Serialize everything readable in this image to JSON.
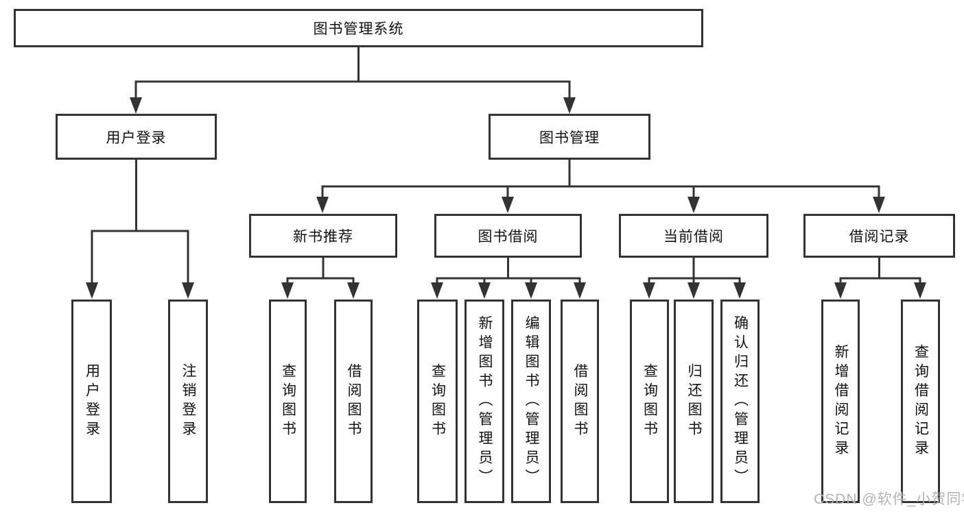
{
  "page": {
    "background": "#ffffff"
  },
  "colors": {
    "box_border": "#333333",
    "connector_line": "#333333",
    "text": "#111111",
    "watermark_text": "#b3b3b3"
  },
  "watermark": "CSDN @软件_小贺同学",
  "tree": {
    "root": {
      "label": "图书管理系统",
      "children": [
        {
          "label": "用户登录",
          "children": [
            {
              "label": "用户登录"
            },
            {
              "label": "注销登录"
            }
          ]
        },
        {
          "label": "图书管理",
          "children": [
            {
              "label": "新书推荐",
              "children": [
                {
                  "label": "查询图书"
                },
                {
                  "label": "借阅图书"
                }
              ]
            },
            {
              "label": "图书借阅",
              "children": [
                {
                  "label": "查询图书"
                },
                {
                  "label": "新增图书（管理员）"
                },
                {
                  "label": "编辑图书（管理员）"
                },
                {
                  "label": "借阅图书"
                }
              ]
            },
            {
              "label": "当前借阅",
              "children": [
                {
                  "label": "查询图书"
                },
                {
                  "label": "归还图书"
                },
                {
                  "label": "确认归还（管理员）"
                }
              ]
            },
            {
              "label": "借阅记录",
              "children": [
                {
                  "label": "新增借阅记录"
                },
                {
                  "label": "查询借阅记录"
                }
              ]
            }
          ]
        }
      ]
    }
  }
}
